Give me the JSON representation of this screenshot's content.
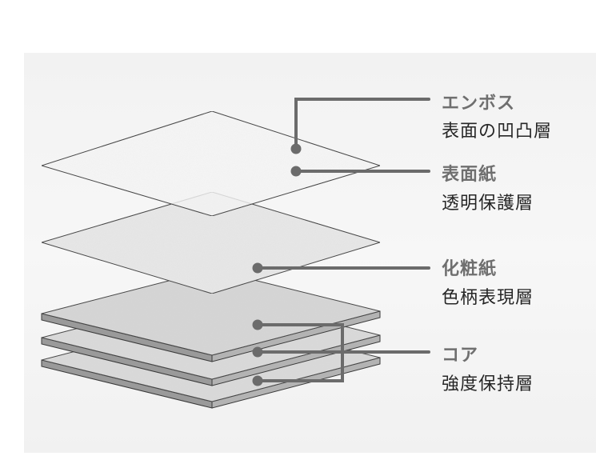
{
  "labels": {
    "emboss": {
      "head": "エンボス",
      "sub": "表面の凹凸層"
    },
    "surface": {
      "head": "表面紙",
      "sub": "透明保護層"
    },
    "decor": {
      "head": "化粧紙",
      "sub": "色柄表現層"
    },
    "core": {
      "head": "コア",
      "sub": "強度保持層"
    }
  },
  "colors": {
    "leader": "#6b6b6b",
    "sheet_top": "#f4f4f4",
    "sheet_decor": "#e6e6e6",
    "sheet_core": "#dadada",
    "edge": "#3a3a3a"
  }
}
